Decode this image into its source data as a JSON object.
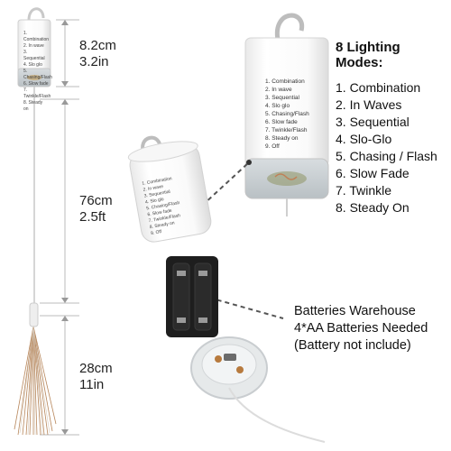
{
  "dimensions": [
    {
      "cm": "8.2cm",
      "in": "3.2in"
    },
    {
      "cm": "76cm",
      "in": "2.5ft"
    },
    {
      "cm": "28cm",
      "in": "11in"
    }
  ],
  "modes": {
    "title": "8 Lighting Modes:",
    "items": [
      "1. Combination",
      "2. In Waves",
      "3. Sequential",
      "4. Slo-Glo",
      "5. Chasing / Flash",
      "6. Slow Fade",
      "7. Twinkle",
      "8. Steady On"
    ]
  },
  "device_label": {
    "items": [
      "1. Combination",
      "2. In wave",
      "3. Sequential",
      "4. Slo glo",
      "5. Chasing/Flash",
      "6. Slow fade",
      "7. Twinkle/Flash",
      "8. Steady on",
      "9. Off"
    ]
  },
  "battery": {
    "line1": "Batteries Warehouse",
    "line2": "4*AA Batteries Needed",
    "line3": "(Battery not include)"
  }
}
